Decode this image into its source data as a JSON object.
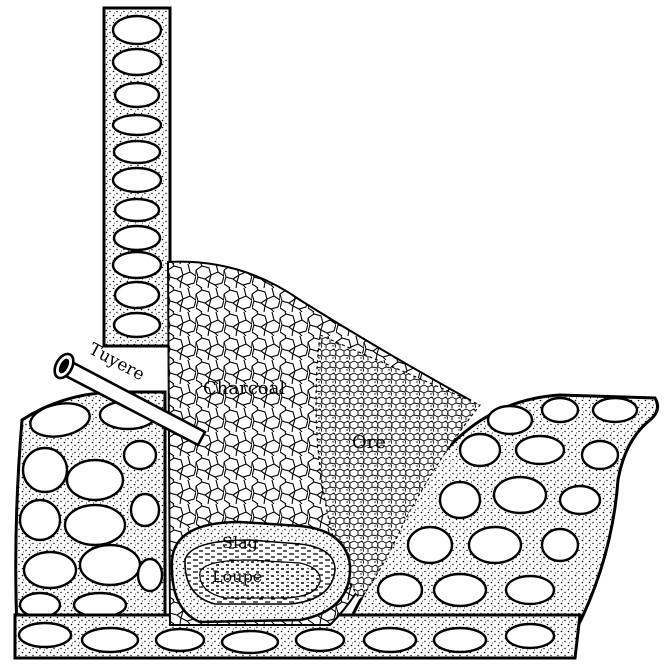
{
  "labels": {
    "tuyere": "Tuyere",
    "charcoal": "Charcoal",
    "ore": "Ore",
    "slag": "Slag",
    "loupe": "Loupe"
  },
  "colors": {
    "ink": "#000000",
    "paper": "#ffffff",
    "stone": "#ffffff",
    "mortar": "#e6e6e6"
  }
}
